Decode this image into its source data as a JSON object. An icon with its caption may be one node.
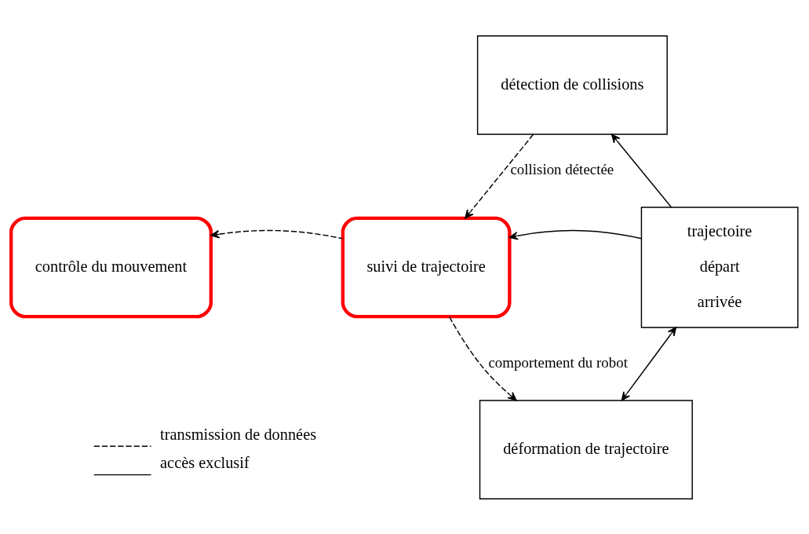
{
  "diagram": {
    "nodes": [
      {
        "text": [
          "détection de collisions"
        ]
      },
      {
        "text": [
          "contrôle du mouvement"
        ]
      },
      {
        "text": [
          "suivi de trajectoire"
        ]
      },
      {
        "text": [
          "trajectoire",
          "départ",
          "arrivée"
        ]
      },
      {
        "text": [
          "déformation de trajectoire"
        ]
      }
    ],
    "edges": [
      {
        "from": 0,
        "to": 2,
        "arrow": "to",
        "style": "dashed",
        "label": "collision détectée"
      },
      {
        "from": 2,
        "to": 1,
        "arrow": "to",
        "style": "dashed"
      },
      {
        "from": 2,
        "to": 4,
        "arrow": "to",
        "style": "dashed",
        "label": "comportement du robot"
      },
      {
        "from": 3,
        "to": 0,
        "arrow": "to"
      },
      {
        "from": 3,
        "to": 2,
        "arrow": "to"
      },
      {
        "from": 3,
        "to": 4,
        "arrow": "both"
      }
    ],
    "legend": [
      {
        "text": "transmission de données"
      },
      {
        "text": "accès exclusif"
      }
    ]
  }
}
